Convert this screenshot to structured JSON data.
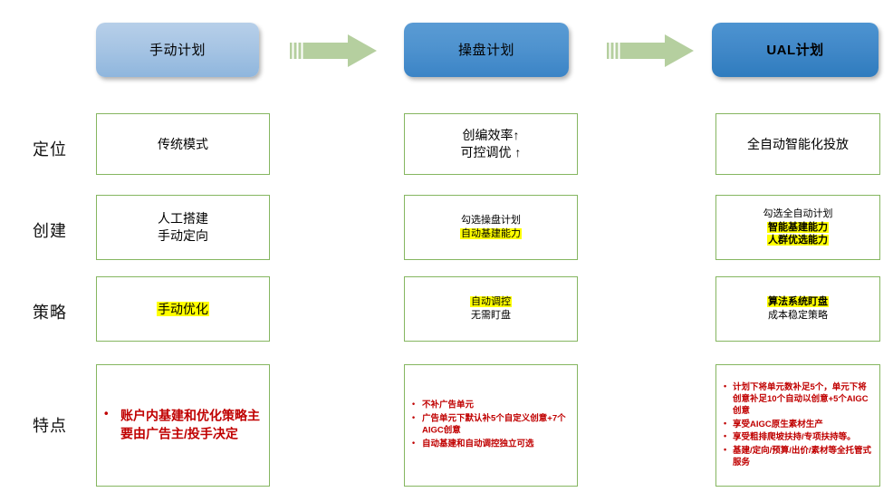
{
  "header": {
    "boxes": [
      {
        "label": "手动计划",
        "style": "light",
        "bold": false
      },
      {
        "label": "操盘计划",
        "style": "mid",
        "bold": false
      },
      {
        "label": "UAL计划",
        "style": "dark",
        "bold": true
      }
    ],
    "arrows": [
      {
        "name": "arrow-right-1"
      },
      {
        "name": "arrow-right-2"
      }
    ]
  },
  "colors": {
    "arrow_green": "#b5cf9f",
    "cell_border_green": "#85b660",
    "highlight_yellow": "#ffff00",
    "bullet_red": "#c00000",
    "box_light_blue": "#a7c5e4",
    "box_blue": "#4f93cf",
    "box_dark_blue": "#3b84c6"
  },
  "rows": [
    {
      "label": "定位",
      "cells": [
        {
          "lines": [
            {
              "text": "传统模式",
              "highlight": false,
              "bold": false
            }
          ]
        },
        {
          "lines": [
            {
              "text": "创编效率↑",
              "highlight": false,
              "bold": false
            },
            {
              "text": "可控调优 ↑",
              "highlight": false,
              "bold": false
            }
          ]
        },
        {
          "lines": [
            {
              "text": "全自动智能化投放",
              "highlight": false,
              "bold": false
            }
          ]
        }
      ]
    },
    {
      "label": "创建",
      "cells": [
        {
          "lines": [
            {
              "text": "人工搭建",
              "highlight": false,
              "bold": false
            },
            {
              "text": "手动定向",
              "highlight": false,
              "bold": false
            }
          ]
        },
        {
          "lines": [
            {
              "text": "勾选操盘计划",
              "highlight": false,
              "bold": false
            },
            {
              "text": "自动基建能力",
              "highlight": true,
              "bold": false
            }
          ]
        },
        {
          "lines": [
            {
              "text": "勾选全自动计划",
              "highlight": false,
              "bold": false
            },
            {
              "text": "智能基建能力",
              "highlight": true,
              "bold": true
            },
            {
              "text": "人群优选能力",
              "highlight": true,
              "bold": true
            }
          ]
        }
      ]
    },
    {
      "label": "策略",
      "cells": [
        {
          "lines": [
            {
              "text": "手动优化",
              "highlight": true,
              "bold": false
            }
          ]
        },
        {
          "lines": [
            {
              "text": "自动调控",
              "highlight": true,
              "bold": false
            },
            {
              "text": "无需盯盘",
              "highlight": false,
              "bold": false
            }
          ]
        },
        {
          "lines": [
            {
              "text": "算法系统盯盘",
              "highlight": true,
              "bold": true
            },
            {
              "text": "成本稳定策略",
              "highlight": false,
              "bold": false
            }
          ]
        }
      ]
    },
    {
      "label": "特点",
      "cells": [
        {
          "bullets": [
            "账户内基建和优化策略主要由广告主/投手决定"
          ]
        },
        {
          "bullets": [
            "不补广告单元",
            "广告单元下默认补5个自定义创意+7个AIGC创意",
            "自动基建和自动调控独立可选"
          ]
        },
        {
          "bullets": [
            "计划下将单元数补足5个，单元下将创意补足10个自动以创意+5个AIGC创意",
            "享受AIGC原生素材生产",
            "享受粗排爬坡扶持/专项扶持等。",
            "基建/定向/预算/出价/素材等全托管式服务"
          ]
        }
      ]
    }
  ],
  "bullet_marker": "•"
}
